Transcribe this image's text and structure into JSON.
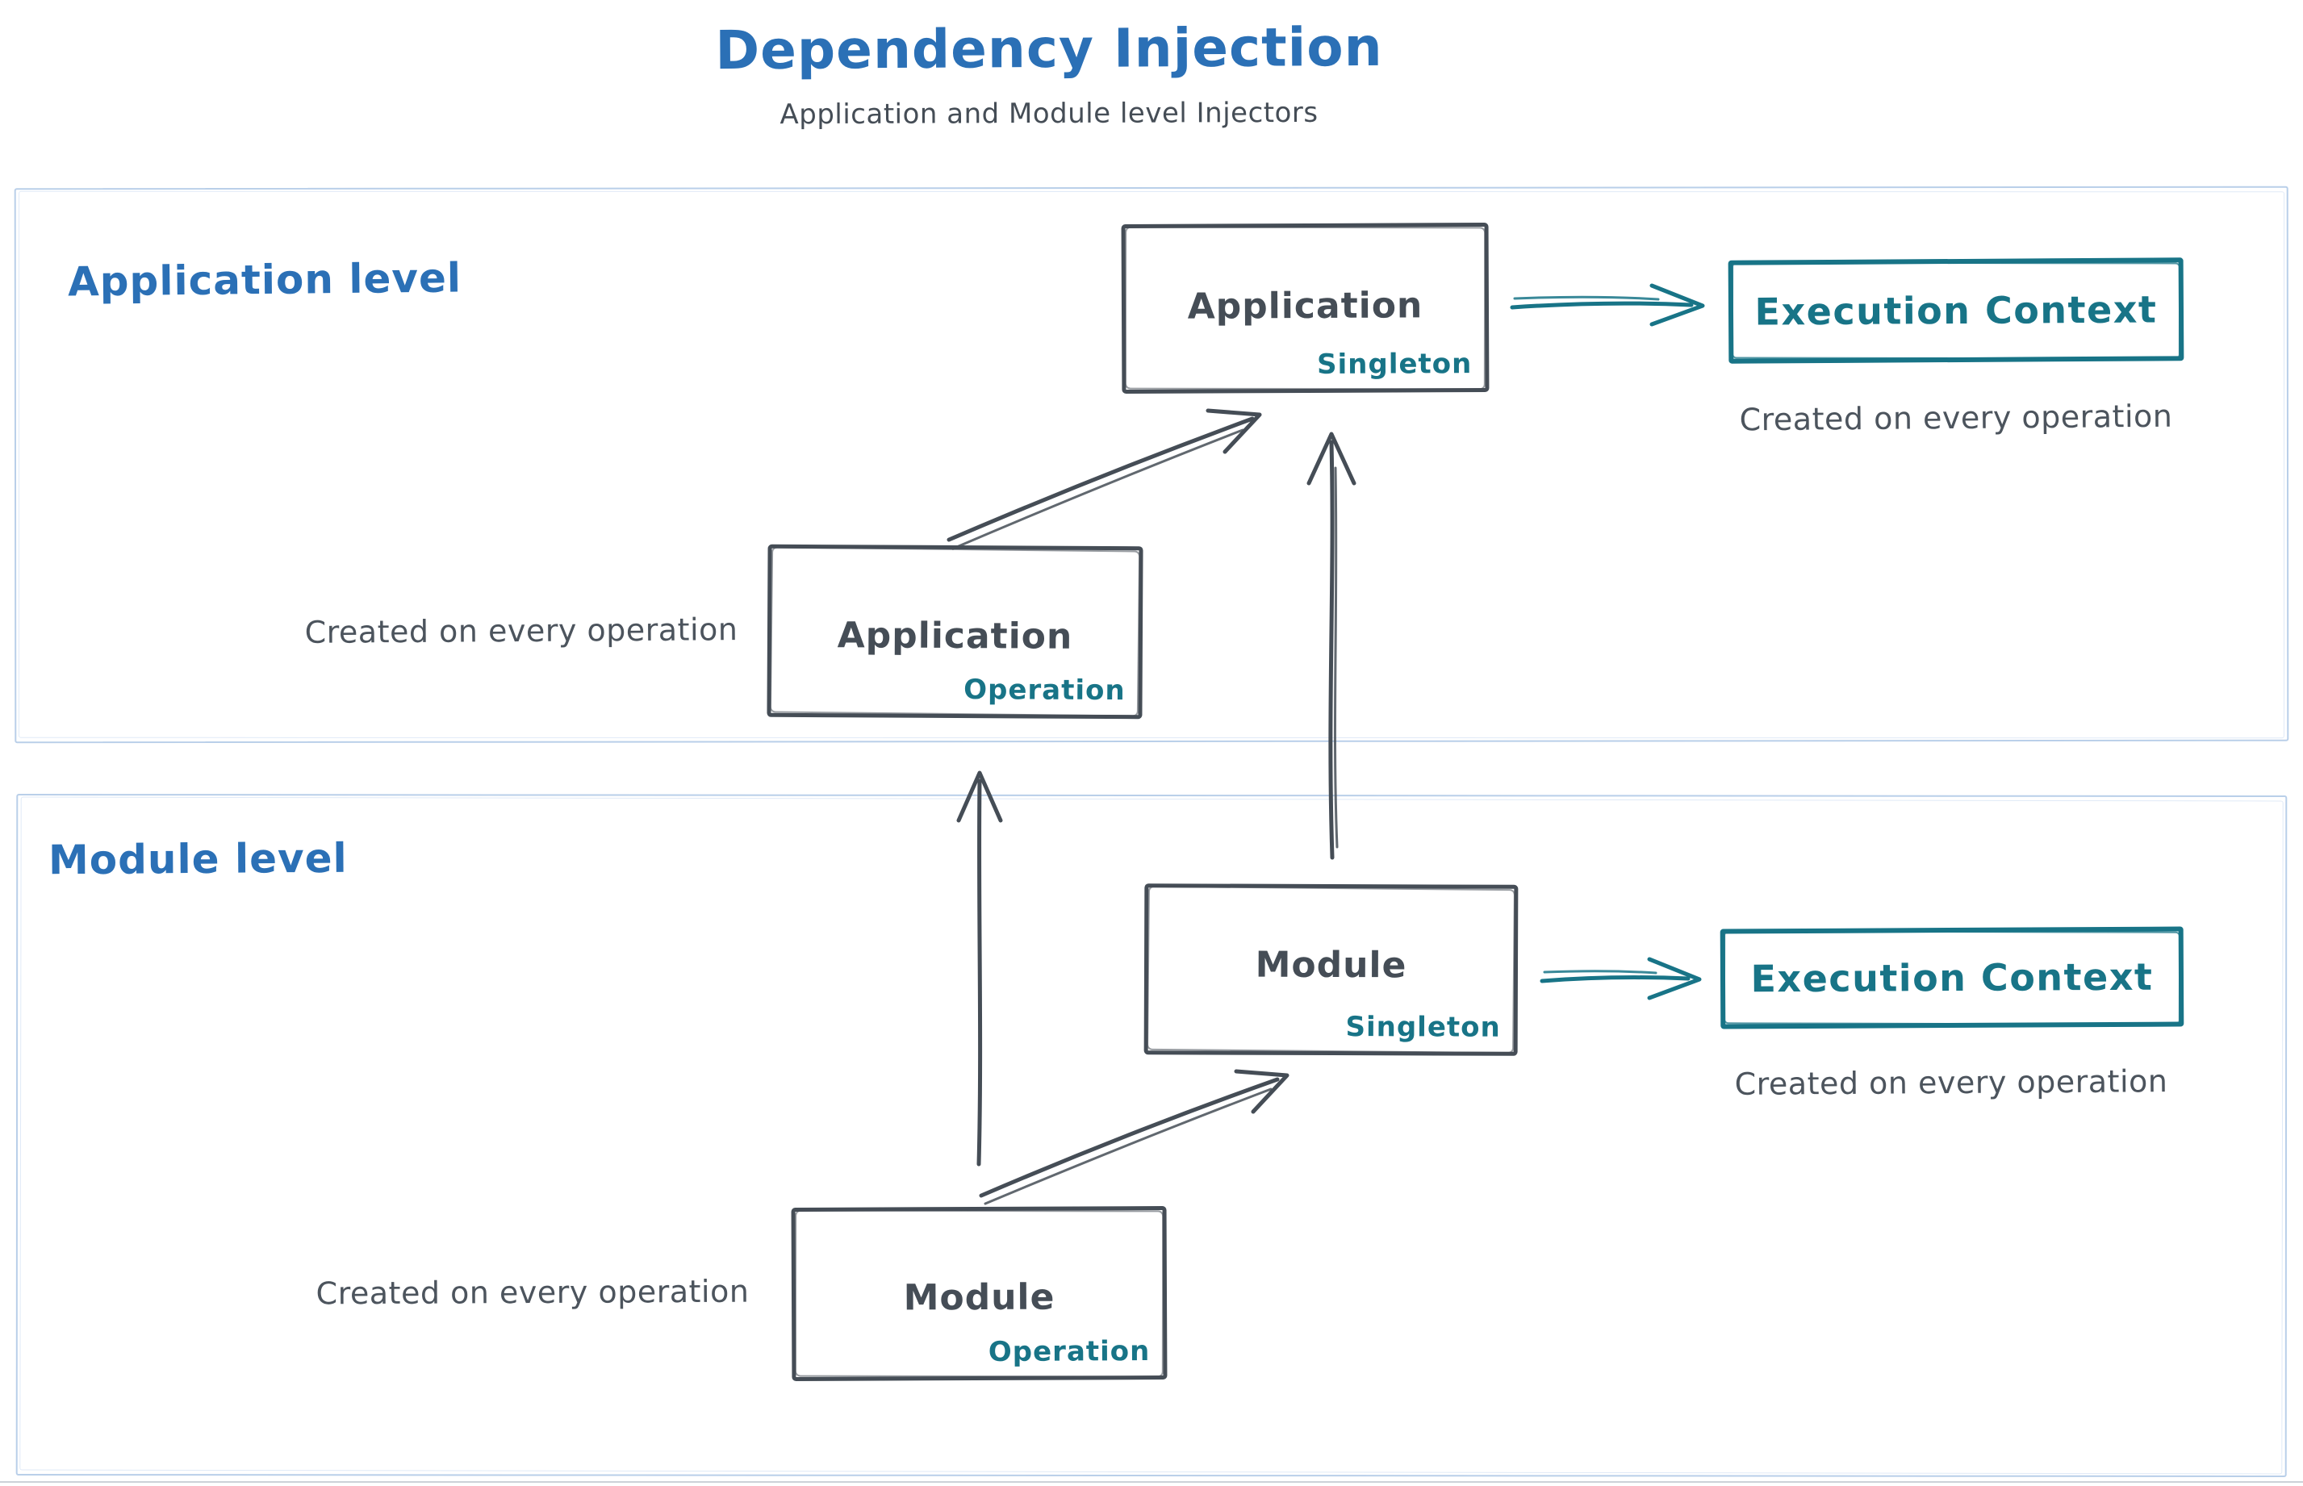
{
  "header": {
    "title": "Dependency Injection",
    "subtitle": "Application and Module level Injectors"
  },
  "colors": {
    "title_blue": "#2b70b6",
    "ink": "#454d56",
    "teal": "#187487",
    "section_border": "#b9cfe9"
  },
  "application": {
    "section_label": "Application level",
    "singleton_box": {
      "title": "Application",
      "scope": "Singleton"
    },
    "operation_box": {
      "title": "Application",
      "scope": "Operation"
    },
    "operation_box_caption": "Created on every operation",
    "execution_context": {
      "title": "Execution Context",
      "caption": "Created on every operation"
    }
  },
  "module": {
    "section_label": "Module level",
    "singleton_box": {
      "title": "Module",
      "scope": "Singleton"
    },
    "operation_box": {
      "title": "Module",
      "scope": "Operation"
    },
    "operation_box_caption": "Created on every operation",
    "execution_context": {
      "title": "Execution Context",
      "caption": "Created on every operation"
    }
  }
}
